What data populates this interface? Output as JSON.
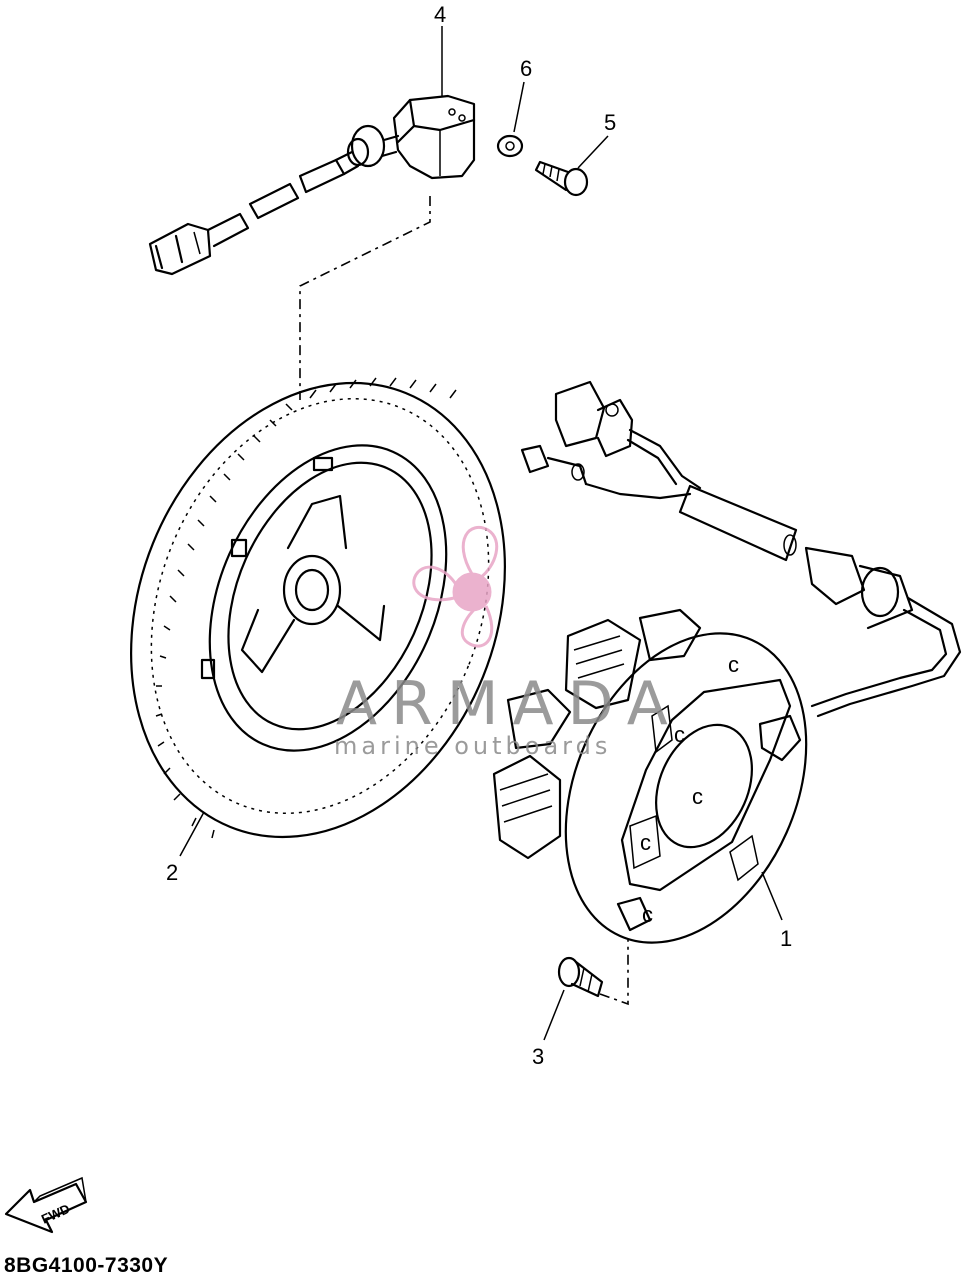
{
  "diagram": {
    "drawing_code": "8BG4100-7330Y",
    "fwd_label": "FWD",
    "callouts": [
      "1",
      "2",
      "3",
      "4",
      "5",
      "6"
    ],
    "watermark": {
      "brand": "ARMADA",
      "tagline": "marine outboards",
      "brand_color": "#8a8a8a",
      "logo_color": "#e8a5c6"
    }
  }
}
